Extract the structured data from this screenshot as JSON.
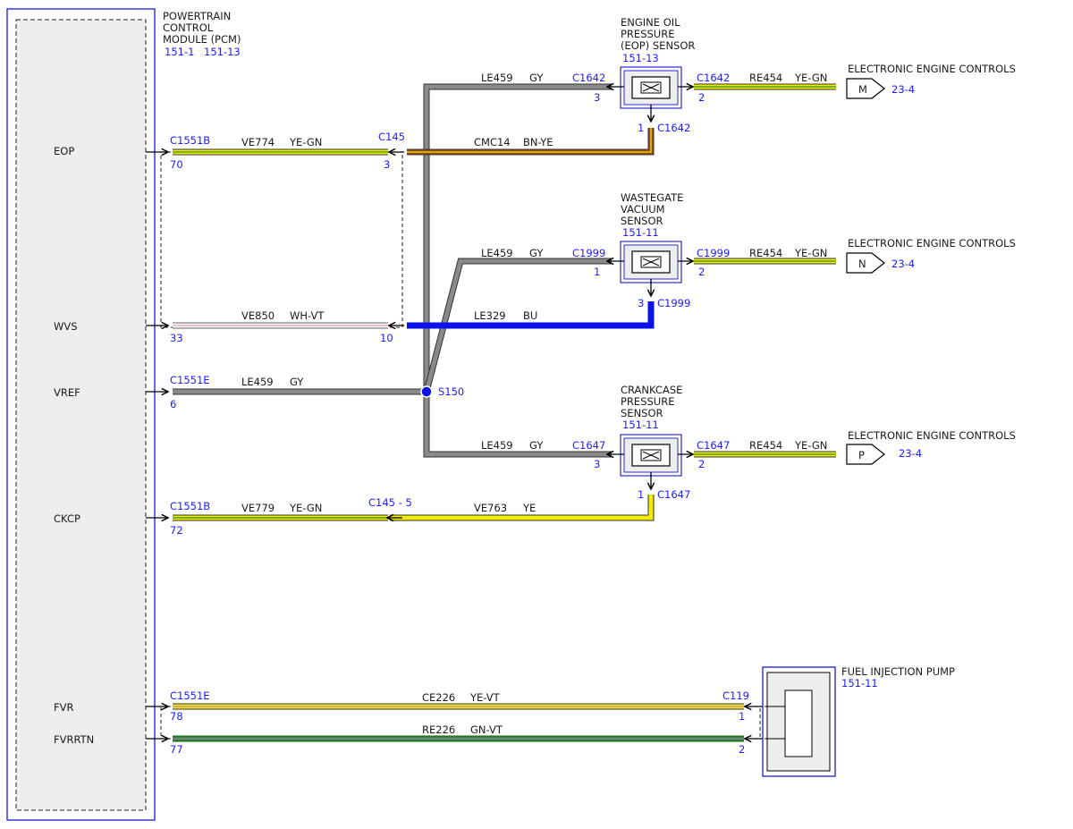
{
  "pcm": {
    "title": [
      "POWERTRAIN",
      "CONTROL",
      "MODULE (PCM)"
    ],
    "ref1": "151-1",
    "ref2": "151-13",
    "pins": {
      "eop": "EOP",
      "wvs": "WVS",
      "vref": "VREF",
      "ckcp": "CKCP",
      "fvr": "FVR",
      "fvrrtn": "FVRRTN"
    }
  },
  "eop_circuit": {
    "conn": "C1551B",
    "pin": "70",
    "wire": "VE774",
    "color": "YE-GN",
    "c145": "C145",
    "c145_pin": "3",
    "wire2": "CMC14",
    "color2": "BN-YE"
  },
  "wvs_circuit": {
    "pin": "33",
    "wire": "VE850",
    "color": "WH-VT",
    "c145_pin": "10",
    "wire2": "LE329",
    "color2": "BU"
  },
  "vref_circuit": {
    "conn": "C1551E",
    "pin": "6",
    "wire": "LE459",
    "color": "GY",
    "splice": "S150"
  },
  "ckcp_circuit": {
    "conn": "C1551B",
    "pin": "72",
    "wire": "VE779",
    "color": "YE-GN",
    "c145": "C145 - 5",
    "wire2": "VE763",
    "color2": "YE"
  },
  "eop_sensor": {
    "title": [
      "ENGINE OIL",
      "PRESSURE",
      "(EOP) SENSOR"
    ],
    "ref": "151-13",
    "conn": "C1642",
    "in_wire": "LE459",
    "in_color": "GY",
    "in_pin": "3",
    "out_wire": "RE454",
    "out_color": "YE-GN",
    "out_pin": "2",
    "sig_pin": "1",
    "dest": "ELECTRONIC ENGINE CONTROLS",
    "dest_letter": "M",
    "dest_ref": "23-4"
  },
  "wvs_sensor": {
    "title": [
      "WASTEGATE",
      "VACUUM",
      "SENSOR"
    ],
    "ref": "151-11",
    "conn": "C1999",
    "in_wire": "LE459",
    "in_color": "GY",
    "in_pin": "1",
    "out_wire": "RE454",
    "out_color": "YE-GN",
    "out_pin": "2",
    "sig_pin": "3",
    "dest": "ELECTRONIC ENGINE CONTROLS",
    "dest_letter": "N",
    "dest_ref": "23-4"
  },
  "ckcp_sensor": {
    "title": [
      "CRANKCASE",
      "PRESSURE",
      "SENSOR"
    ],
    "ref": "151-11",
    "conn": "C1647",
    "in_wire": "LE459",
    "in_color": "GY",
    "in_pin": "3",
    "out_wire": "RE454",
    "out_color": "YE-GN",
    "out_pin": "2",
    "sig_pin": "1",
    "dest": "ELECTRONIC ENGINE CONTROLS",
    "dest_letter": "P",
    "dest_ref": "23-4"
  },
  "fuel_pump": {
    "title": "FUEL INJECTION PUMP",
    "ref": "151-11",
    "pcm_conn": "C1551E",
    "conn": "C119",
    "fvr_wire": "CE226",
    "fvr_color": "YE-VT",
    "fvr_pcm_pin": "78",
    "fvr_pin": "1",
    "rtn_wire": "RE226",
    "rtn_color": "GN-VT",
    "rtn_pcm_pin": "77",
    "rtn_pin": "2"
  },
  "colors": {
    "gy": "#7d7d7d",
    "ye": "#f2ec00",
    "gn": "#2f8a2f",
    "bu": "#0a14e6",
    "bn": "#9a4a16",
    "wh": "#ffffff",
    "vt": "#e6a3c8",
    "border": "#2b2bd6",
    "text_blue": "#1c1cff"
  }
}
